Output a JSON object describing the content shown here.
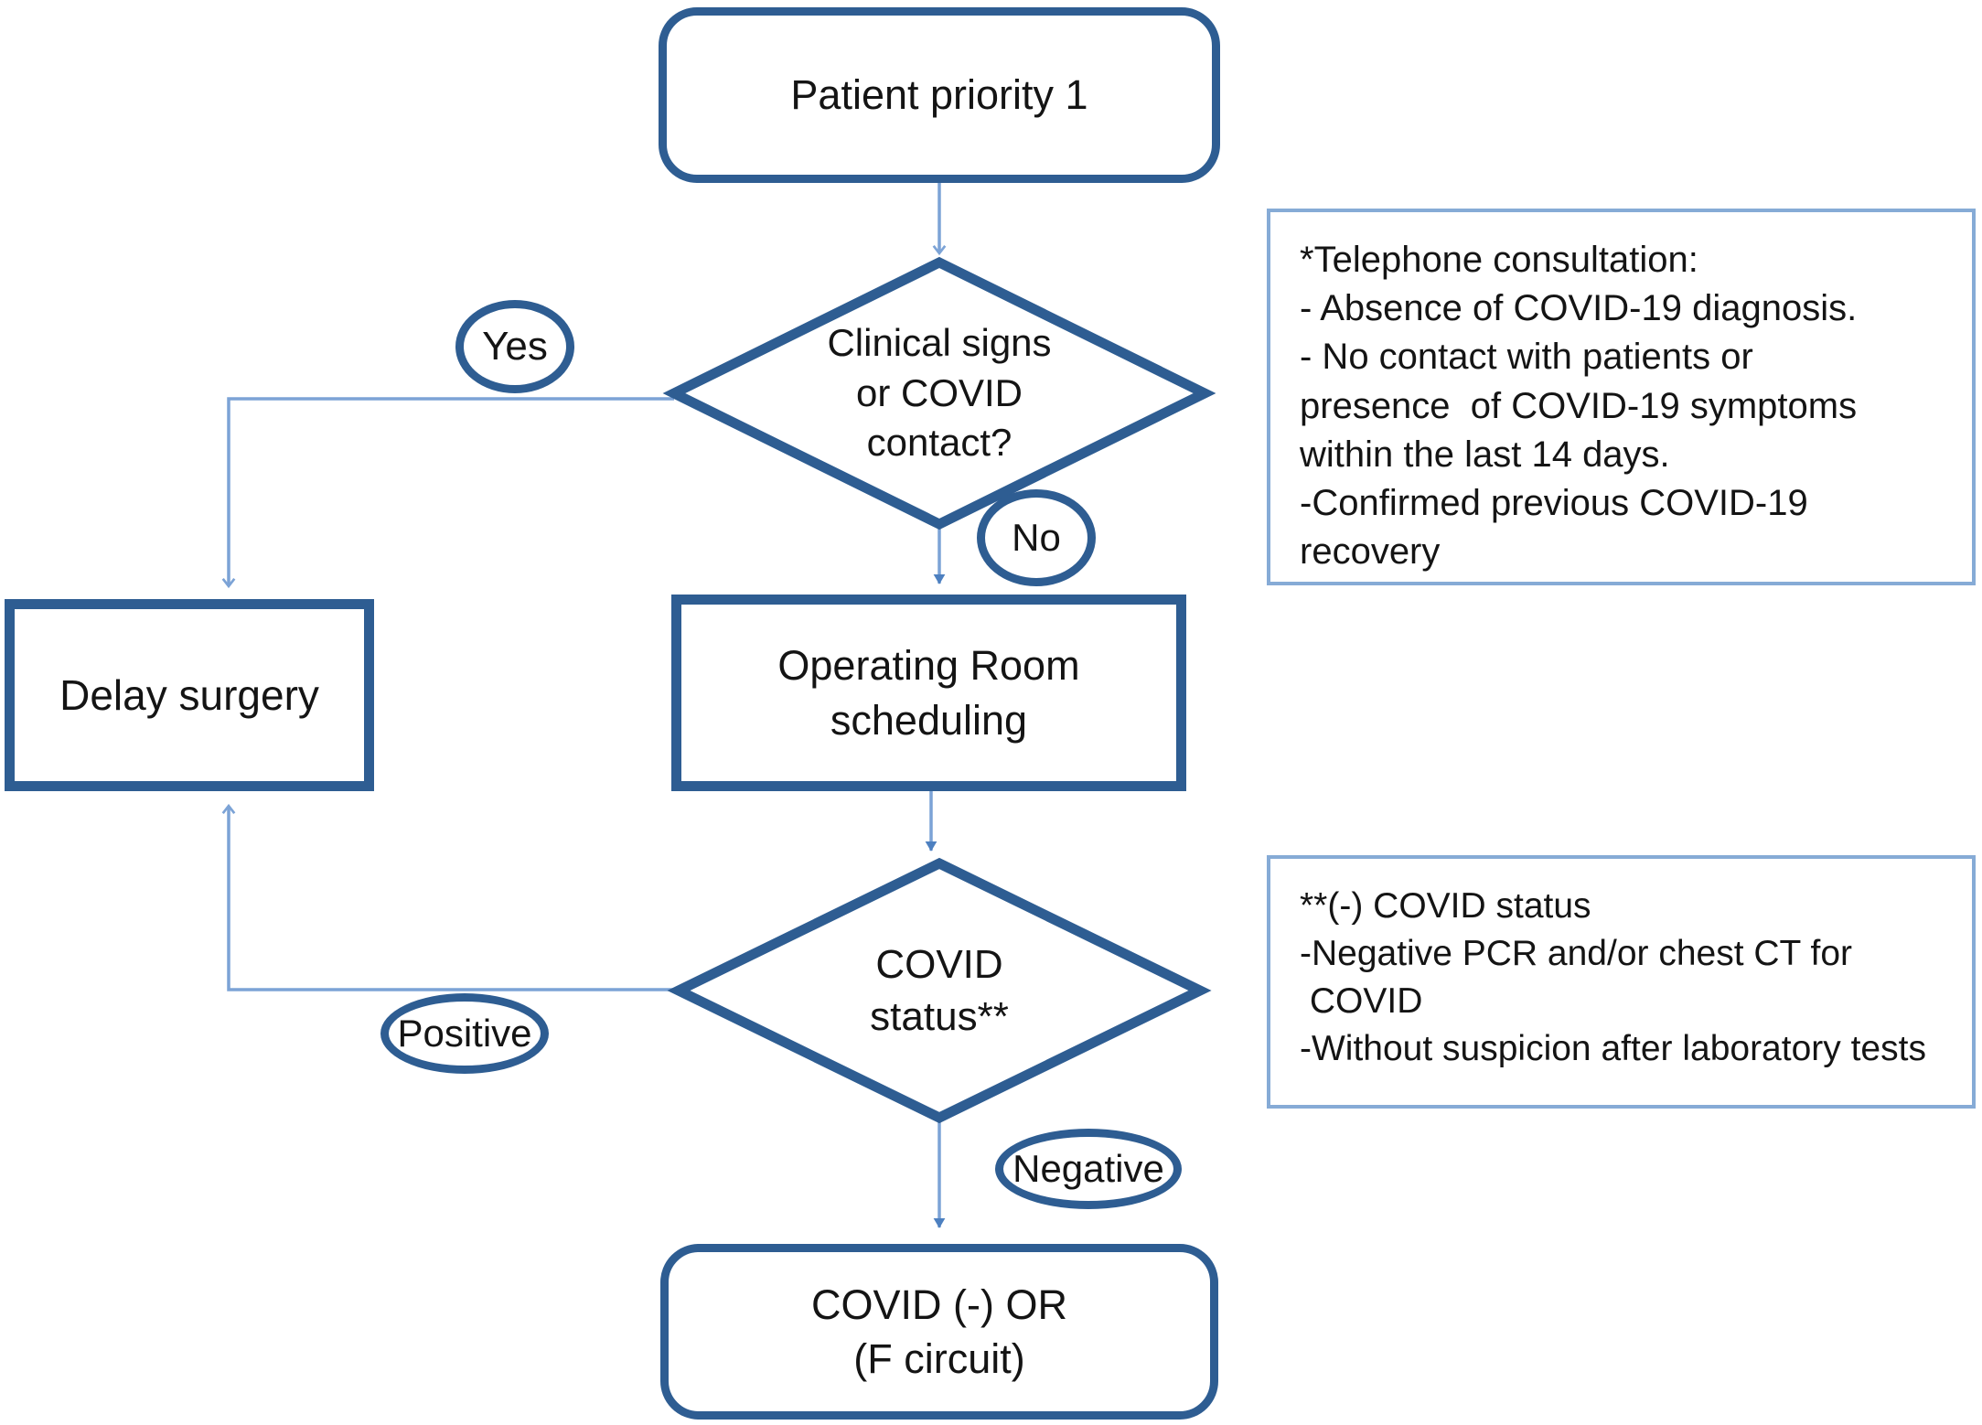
{
  "figure": {
    "type": "flowchart",
    "background": "#ffffff"
  },
  "colors": {
    "shape_border": "#2e5d92",
    "connector_line": "#7ca3d6",
    "arrowhead_filled": "#4d80c0",
    "note_border": "#86abd6",
    "text": "#141414"
  },
  "nodes": {
    "patient_priority": {
      "label": "Patient priority 1",
      "shape": "rounded-rectangle"
    },
    "clinical_decision": {
      "label": "Clinical signs\nor COVID\ncontact?",
      "shape": "diamond"
    },
    "delay_surgery": {
      "label": "Delay surgery",
      "shape": "rectangle"
    },
    "or_scheduling": {
      "label": "Operating Room\nscheduling",
      "shape": "rectangle"
    },
    "covid_status_decision": {
      "label": "COVID\nstatus**",
      "shape": "diamond"
    },
    "covid_negative_or": {
      "label": "COVID (-) OR\n(F circuit)",
      "shape": "rounded-rectangle"
    }
  },
  "edge_labels": {
    "yes": "Yes",
    "no": "No",
    "positive": "Positive",
    "negative": "Negative"
  },
  "notes": {
    "telephone_consultation": "*Telephone consultation:\n- Absence of COVID-19 diagnosis.\n- No contact with patients or\npresence  of COVID-19 symptoms\nwithin the last 14 days.\n-Confirmed previous COVID-19\nrecovery",
    "covid_status": "**(-) COVID status\n-Negative PCR and/or chest CT for\n COVID\n-Without suspicion after laboratory tests"
  }
}
